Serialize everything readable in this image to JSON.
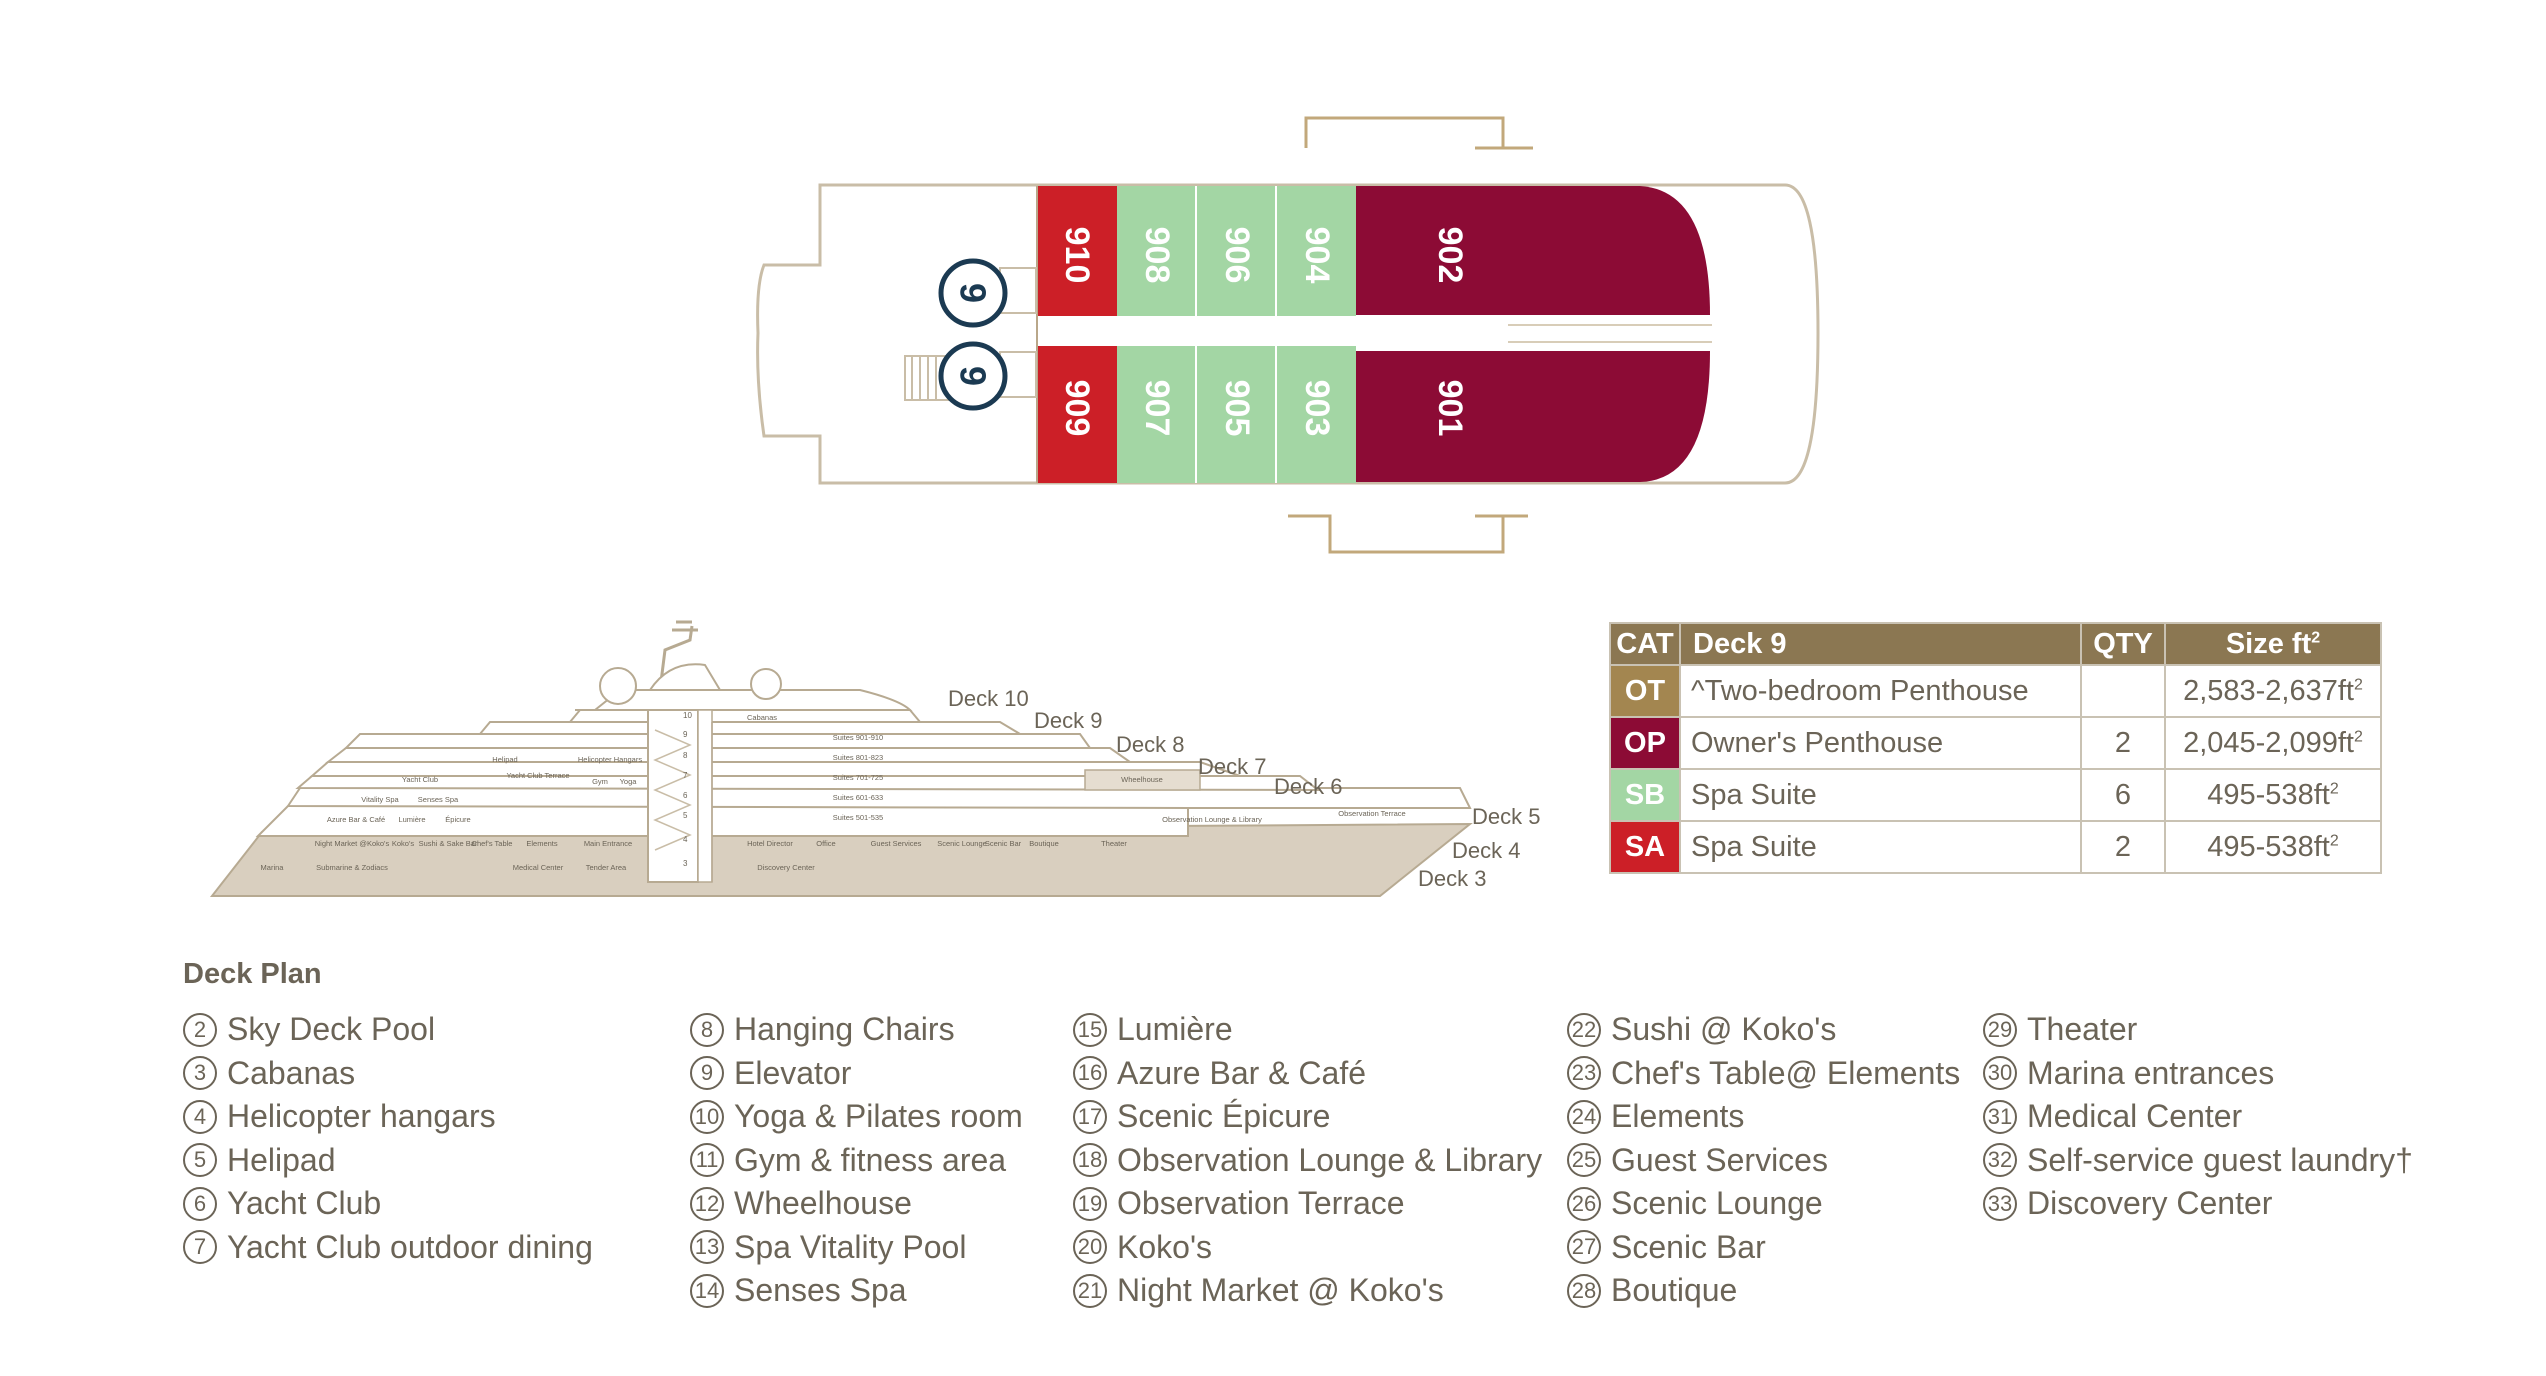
{
  "deck_plan": {
    "cabins_top": [
      "910",
      "908",
      "906",
      "904",
      "902"
    ],
    "cabins_bottom": [
      "909",
      "907",
      "905",
      "903",
      "901"
    ],
    "elevator_markers": [
      "9",
      "9"
    ],
    "colors": {
      "OT": "#a38650",
      "OP": "#8c0b35",
      "SB": "#a3d6a4",
      "SA": "#cc1f27",
      "outline": "#b9a78a",
      "navy": "#1b3a52"
    }
  },
  "profile": {
    "deck_labels": [
      "Deck 10",
      "Deck 9",
      "Deck 8",
      "Deck 7",
      "Deck 6",
      "Deck 5",
      "Deck 4",
      "Deck 3"
    ],
    "small_labels": [
      "Yacht Club",
      "Helipad",
      "Yacht Club Terrace",
      "Helicopter Hangars",
      "Gym",
      "Yoga",
      "Cabanas",
      "Vitality Spa",
      "Senses Spa",
      "Azure Bar & Café",
      "Lumière",
      "Épicure",
      "Night Market @Koko's",
      "Koko's",
      "Sushi & Sake Bar",
      "Chef's Table",
      "Elements",
      "Main Entrance",
      "Marina",
      "Submarine & Zodiacs",
      "Medical Center",
      "Tender Area",
      "Suites 901-910",
      "Suites 801-823",
      "Suites 701-725",
      "Suites 601-633",
      "Suites 501-535",
      "Wheelhouse",
      "Observation Lounge & Library",
      "Observation Terrace",
      "Hotel Director",
      "Office",
      "Guest Services",
      "Scenic Lounge",
      "Scenic Bar",
      "Boutique",
      "Theater",
      "Discovery Center"
    ],
    "deck_numbers": [
      "10",
      "9",
      "8",
      "7",
      "6",
      "5",
      "4",
      "3"
    ]
  },
  "table": {
    "headers": [
      "CAT",
      "Deck 9",
      "QTY",
      "Size ft²"
    ],
    "rows": [
      {
        "code": "OT",
        "name": "^Two-bedroom Penthouse",
        "qty": "",
        "size": "2,583-2,637ft²",
        "color": "#a38650"
      },
      {
        "code": "OP",
        "name": "Owner's Penthouse",
        "qty": "2",
        "size": "2,045-2,099ft²",
        "color": "#8c0b35"
      },
      {
        "code": "SB",
        "name": "Spa Suite",
        "qty": "6",
        "size": "495-538ft²",
        "color": "#a3d6a4"
      },
      {
        "code": "SA",
        "name": "Spa Suite",
        "qty": "2",
        "size": "495-538ft²",
        "color": "#cc1f27"
      }
    ]
  },
  "legend": {
    "title": "Deck Plan",
    "columns": [
      [
        {
          "n": "2",
          "label": "Sky Deck Pool"
        },
        {
          "n": "3",
          "label": "Cabanas"
        },
        {
          "n": "4",
          "label": "Helicopter hangars"
        },
        {
          "n": "5",
          "label": "Helipad"
        },
        {
          "n": "6",
          "label": "Yacht Club"
        },
        {
          "n": "7",
          "label": "Yacht Club outdoor dining"
        }
      ],
      [
        {
          "n": "8",
          "label": "Hanging Chairs"
        },
        {
          "n": "9",
          "label": "Elevator"
        },
        {
          "n": "10",
          "label": "Yoga & Pilates room"
        },
        {
          "n": "11",
          "label": "Gym & fitness area"
        },
        {
          "n": "12",
          "label": "Wheelhouse"
        },
        {
          "n": "13",
          "label": "Spa Vitality Pool"
        },
        {
          "n": "14",
          "label": "Senses Spa"
        }
      ],
      [
        {
          "n": "15",
          "label": "Lumière"
        },
        {
          "n": "16",
          "label": "Azure Bar & Café"
        },
        {
          "n": "17",
          "label": "Scenic Épicure"
        },
        {
          "n": "18",
          "label": "Observation Lounge & Library"
        },
        {
          "n": "19",
          "label": "Observation Terrace"
        },
        {
          "n": "20",
          "label": "Koko's"
        },
        {
          "n": "21",
          "label": "Night Market @ Koko's"
        }
      ],
      [
        {
          "n": "22",
          "label": "Sushi @ Koko's"
        },
        {
          "n": "23",
          "label": "Chef's Table@ Elements"
        },
        {
          "n": "24",
          "label": "Elements"
        },
        {
          "n": "25",
          "label": "Guest Services"
        },
        {
          "n": "26",
          "label": "Scenic Lounge"
        },
        {
          "n": "27",
          "label": "Scenic Bar"
        },
        {
          "n": "28",
          "label": "Boutique"
        }
      ],
      [
        {
          "n": "29",
          "label": "Theater"
        },
        {
          "n": "30",
          "label": "Marina entrances"
        },
        {
          "n": "31",
          "label": "Medical Center"
        },
        {
          "n": "32",
          "label": "Self-service guest laundry†"
        },
        {
          "n": "33",
          "label": "Discovery Center"
        }
      ]
    ]
  }
}
